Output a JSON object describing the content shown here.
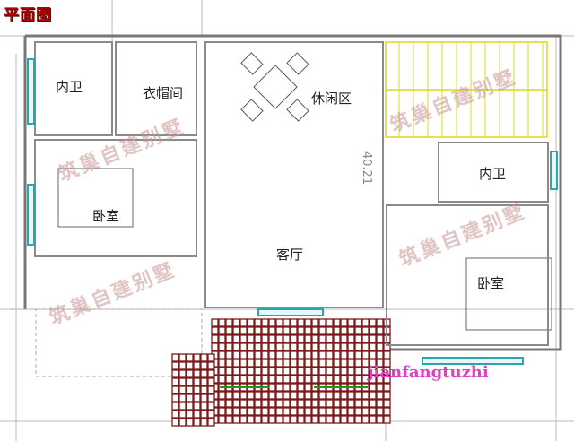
{
  "title": "平面图",
  "rooms": {
    "bath_left": "内卫",
    "closet": "衣帽间",
    "leisure": "休闲区",
    "bedroom_left": "卧室",
    "living": "客厅",
    "bath_right": "内卫",
    "bedroom_right": "卧室"
  },
  "dimension_text": "40.21",
  "watermark_cn": "筑巢自建别墅",
  "watermark_brand": "jianfangtuzhi",
  "colors": {
    "title": "#b00000",
    "stairs": "#d8d820",
    "window": "#2aa6a6",
    "roof_tile": "#7a1a1a",
    "brand": "#e040c0"
  }
}
